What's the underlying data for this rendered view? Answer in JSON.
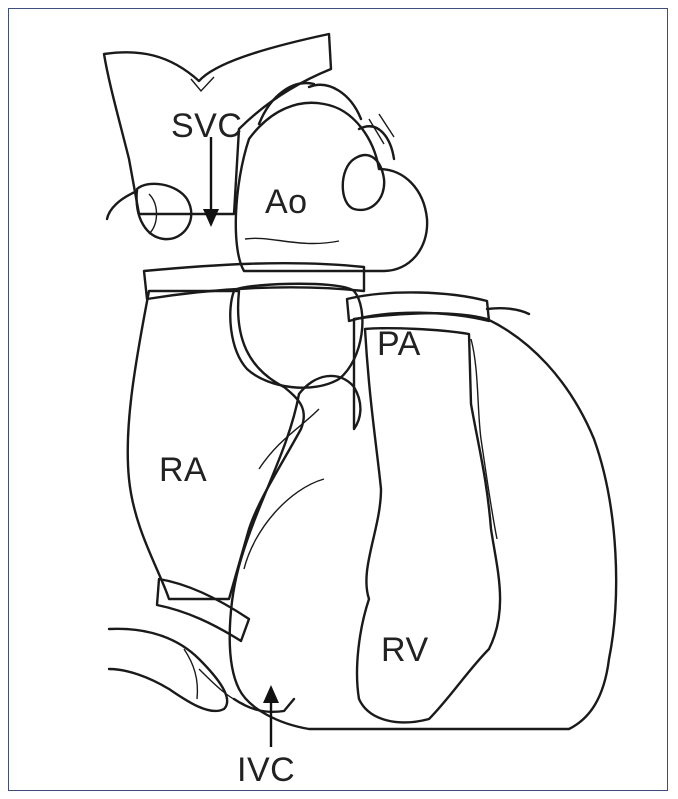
{
  "figure": {
    "labels": {
      "svc": "SVC",
      "ao": "Ao",
      "pa": "PA",
      "ra": "RA",
      "rv": "RV",
      "ivc": "IVC"
    }
  }
}
